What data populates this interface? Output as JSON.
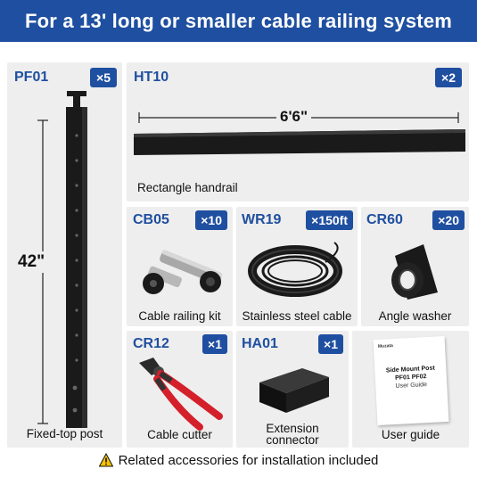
{
  "banner": {
    "title": "For a 13' long or smaller cable railing system"
  },
  "items": {
    "pf01": {
      "code": "PF01",
      "qty": "×5",
      "dimension": "42\"",
      "label": "Fixed-top post"
    },
    "ht10": {
      "code": "HT10",
      "qty": "×2",
      "dimension": "6'6\"",
      "label": "Rectangle handrail"
    },
    "cb05": {
      "code": "CB05",
      "qty": "×10",
      "label": "Cable railing kit"
    },
    "wr19": {
      "code": "WR19",
      "qty": "×150ft",
      "label": "Stainless steel cable"
    },
    "cr60": {
      "code": "CR60",
      "qty": "×20",
      "label": "Angle washer"
    },
    "cr12": {
      "code": "CR12",
      "qty": "×1",
      "label": "Cable cutter"
    },
    "ha01": {
      "code": "HA01",
      "qty": "×1",
      "label_line1": "Extension",
      "label_line2": "connector"
    },
    "guide": {
      "label": "User guide",
      "brand": "Muzata",
      "title_line1": "Side Mount Post",
      "title_line2": "PF01 PF02",
      "title_line3": "User Guide"
    }
  },
  "footer": {
    "note": "Related accessories for installation included"
  },
  "colors": {
    "brand_blue": "#1f4fa0",
    "panel_gray": "#eeeeee",
    "product_black": "#1a1a1a",
    "cutter_red": "#d4202a"
  }
}
